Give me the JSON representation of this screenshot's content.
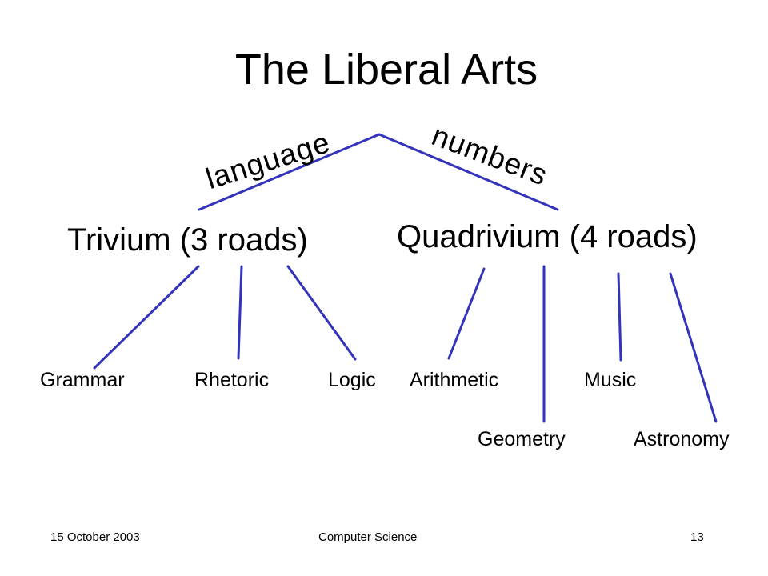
{
  "title": "The Liberal Arts",
  "branches": {
    "trivium": {
      "label": "Trivium (3 roads)",
      "edge_label": "language"
    },
    "quadrivium": {
      "label": "Quadrivium (4 roads)",
      "edge_label": "numbers"
    }
  },
  "subjects": {
    "grammar": "Grammar",
    "rhetoric": "Rhetoric",
    "logic": "Logic",
    "arithmetic": "Arithmetic",
    "geometry": "Geometry",
    "music": "Music",
    "astronomy": "Astronomy"
  },
  "footer": {
    "date": "15 October 2003",
    "course": "Computer Science",
    "page": "13"
  },
  "colors": {
    "edge": "#3333bb",
    "text": "#000000",
    "background": "#ffffff"
  }
}
